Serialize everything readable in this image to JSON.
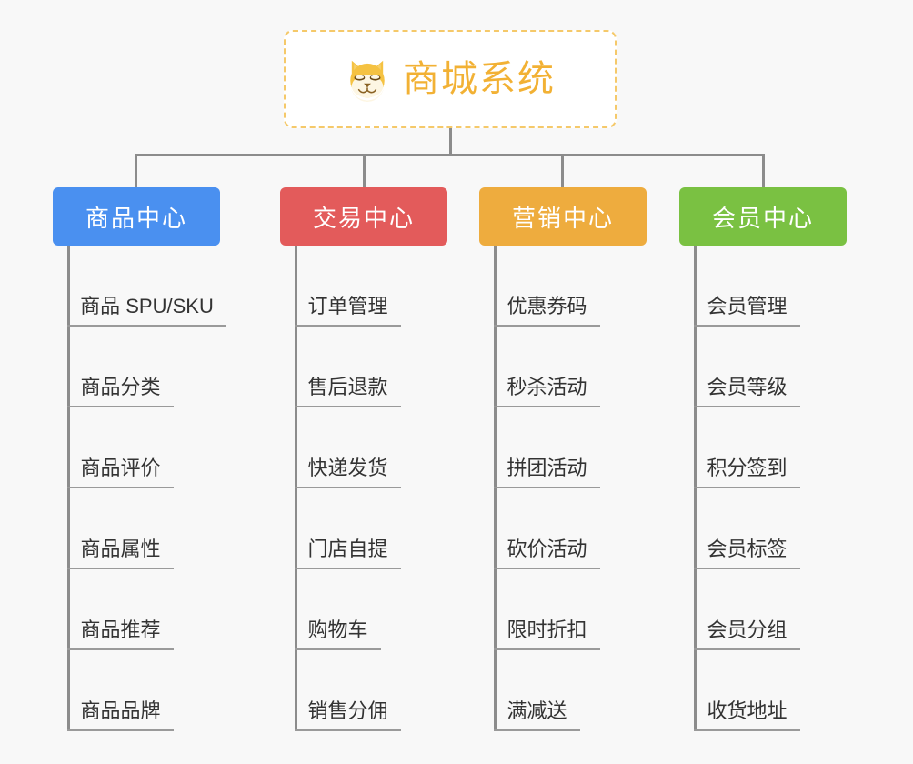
{
  "diagram": {
    "type": "org-chart",
    "background_color": "#f8f8f8",
    "connector_color": "#8c8c8c"
  },
  "root": {
    "title": "商城系统",
    "icon": "shiba-inu-dog-face-icon",
    "text_color": "#f2b134",
    "border_color": "#f5c96a",
    "background_color": "#ffffff"
  },
  "categories": [
    {
      "label": "商品中心",
      "color": "#4a90f0",
      "items": [
        "商品 SPU/SKU",
        "商品分类",
        "商品评价",
        "商品属性",
        "商品推荐",
        "商品品牌"
      ]
    },
    {
      "label": "交易中心",
      "color": "#e35b5b",
      "items": [
        "订单管理",
        "售后退款",
        "快递发货",
        "门店自提",
        "购物车",
        "销售分佣"
      ]
    },
    {
      "label": "营销中心",
      "color": "#eeac3e",
      "items": [
        "优惠券码",
        "秒杀活动",
        "拼团活动",
        "砍价活动",
        "限时折扣",
        "满减送"
      ]
    },
    {
      "label": "会员中心",
      "color": "#7ac142",
      "items": [
        "会员管理",
        "会员等级",
        "积分签到",
        "会员标签",
        "会员分组",
        "收货地址"
      ]
    }
  ]
}
